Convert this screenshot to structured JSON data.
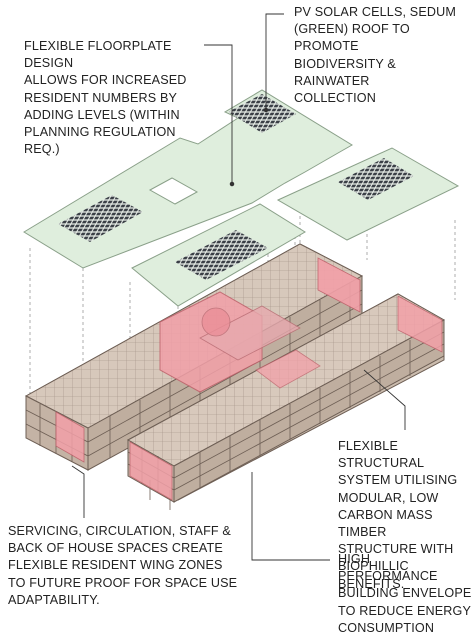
{
  "annotations": {
    "floorplate": "FLEXIBLE FLOORPLATE DESIGN\nALLOWS FOR INCREASED\nRESIDENT NUMBERS BY\nADDING LEVELS (WITHIN\nPLANNING REGULATION REQ.)",
    "roof": "PV SOLAR CELLS, SEDUM\n(GREEN) ROOF TO PROMOTE\nBIODIVERSITY & RAINWATER\nCOLLECTION",
    "structure": "FLEXIBLE STRUCTURAL\nSYSTEM UTILISING\nMODULAR, LOW\nCARBON MASS TIMBER\nSTRUCTURE WITH\nBIOPHILLIC BENEFITS.",
    "servicing": "SERVICING, CIRCULATION, STAFF &\nBACK OF HOUSE SPACES CREATE\nFLEXIBLE RESIDENT WING ZONES\nTO FUTURE PROOF FOR SPACE USE\nADAPTABILITY.",
    "envelope": "HIGH PERFORMANCE\nBUILDING ENVELOPE\nTO REDUCE ENERGY\nCONSUMPTION"
  },
  "colors": {
    "roof_fill": "#dfeedd",
    "roof_stroke": "#8aa089",
    "timber_fill": "#d8c9bc",
    "timber_stroke": "#6e5f55",
    "service_fill": "#f2a0a8",
    "leader_line": "#333333",
    "solar_panel": "#3a3f46"
  }
}
